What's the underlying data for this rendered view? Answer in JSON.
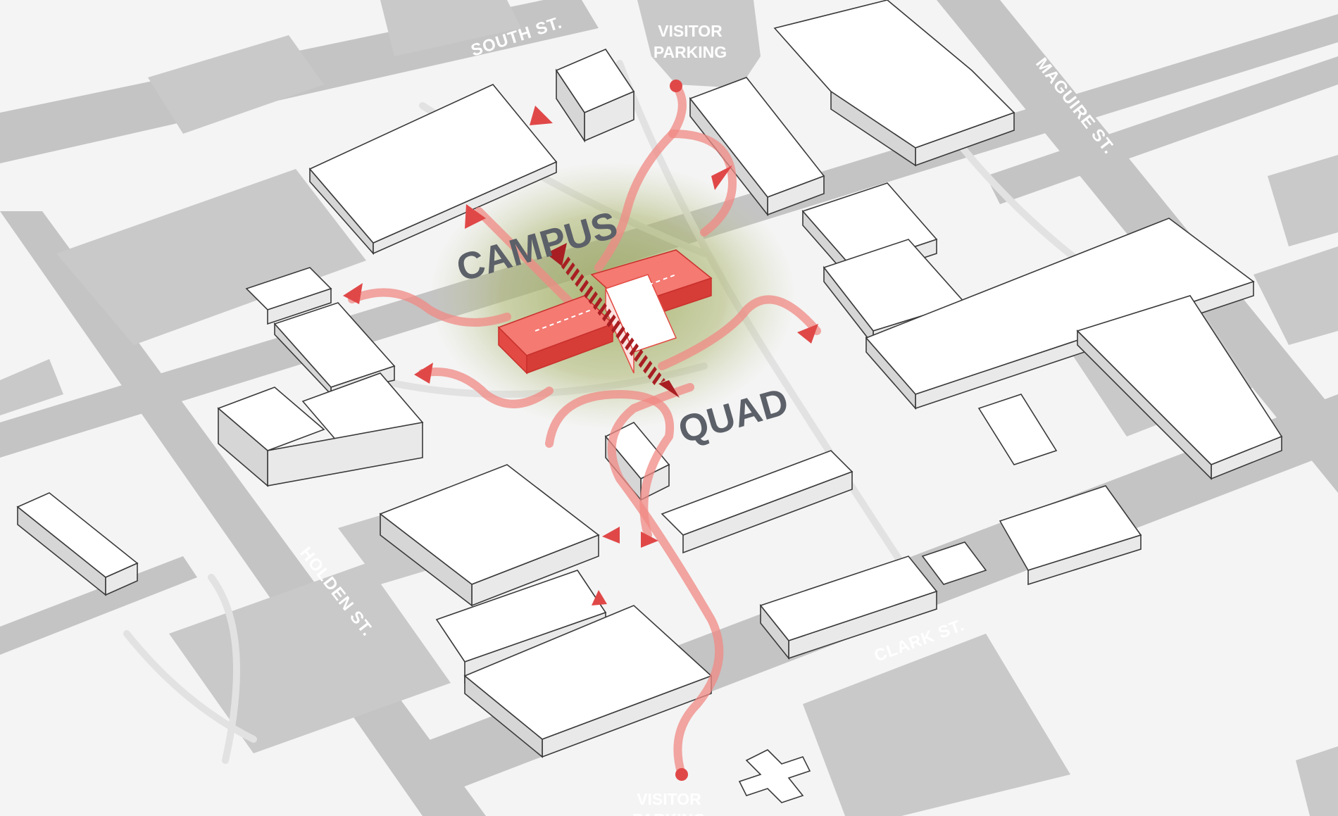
{
  "streets": {
    "south": "SOUTH ST.",
    "maguire": "MAGUIRE ST.",
    "holden": "HOLDEN ST.",
    "clark": "CLARK ST."
  },
  "parking": {
    "top_line1": "VISITOR",
    "top_line2": "PARKING",
    "bottom_line1": "VISITOR",
    "bottom_line2": "PARKING"
  },
  "area_labels": {
    "campus": "CAMPUS",
    "quad": "QUAD"
  },
  "colors": {
    "background": "#f4f4f4",
    "street": "#c4c4c4",
    "parking_lot": "#c9c9c9",
    "building_outline": "#3a3a3a",
    "quad_green": "#a7b36a",
    "focus_building": "#ef5b53",
    "circulation_path": "#f08a84",
    "accent_red": "#e04848",
    "dark_red": "#a81e22"
  },
  "icons": [
    "arrow-icon",
    "route-dot-icon"
  ]
}
